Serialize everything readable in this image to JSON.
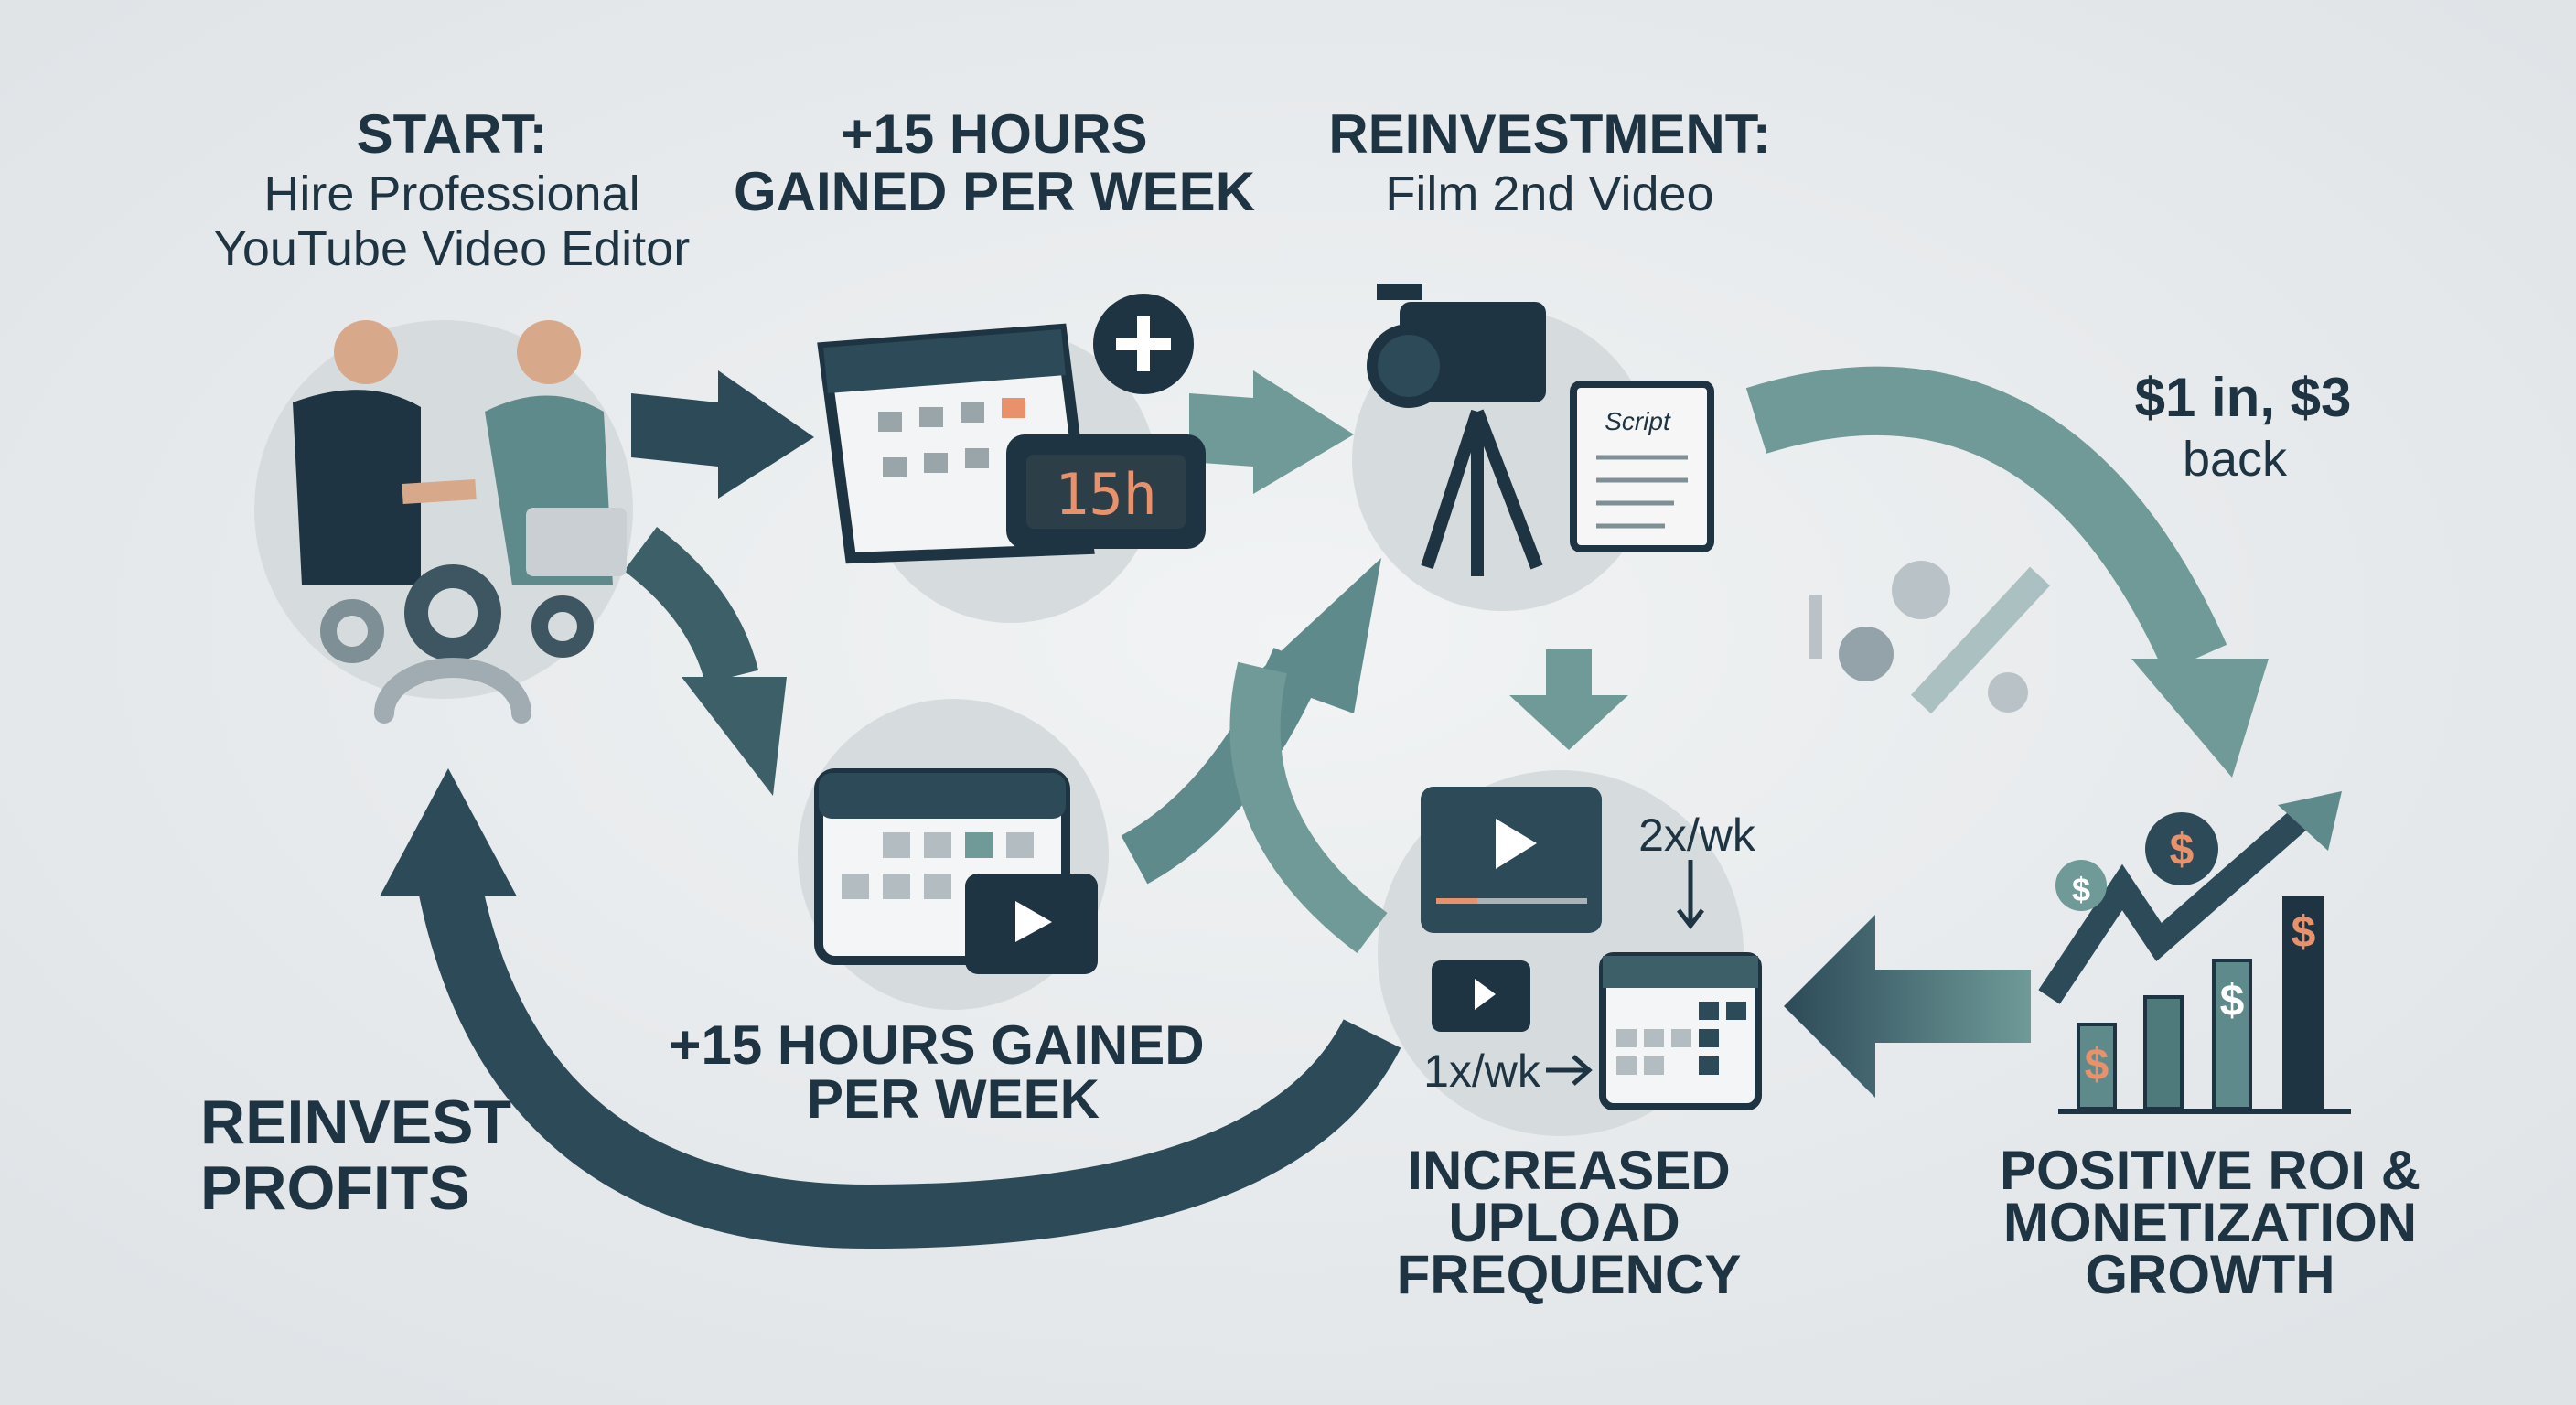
{
  "start": {
    "title": "START:",
    "line1": "Hire Professional",
    "line2": "YouTube Video Editor"
  },
  "hours_top": {
    "line1": "+15 HOURS",
    "line2": "GAINED PER WEEK",
    "clock": "15h"
  },
  "reinvestment": {
    "title": "REINVESTMENT:",
    "subtitle": "Film 2nd Video",
    "script_label": "Script"
  },
  "roi_note": {
    "line1": "$1 in, $3",
    "line2": "back"
  },
  "hours_mid": {
    "line1": "+15 HOURS GAINED",
    "line2": "PER WEEK"
  },
  "upload": {
    "freq_high": "2x/wk",
    "freq_low": "1x/wk",
    "line1": "INCREASED",
    "line2": "UPLOAD",
    "line3": "FREQUENCY"
  },
  "growth": {
    "line1": "POSITIVE ROI &",
    "line2": "MONETIZATION",
    "line3": "GROWTH",
    "currency_symbol": "$"
  },
  "reinvest": {
    "line1": "REINVEST",
    "line2": "PROFITS"
  },
  "colors": {
    "dark": "#1e3442",
    "teal": "#5f8a8b",
    "accent": "#e8916a",
    "background": "#e9ecee"
  }
}
